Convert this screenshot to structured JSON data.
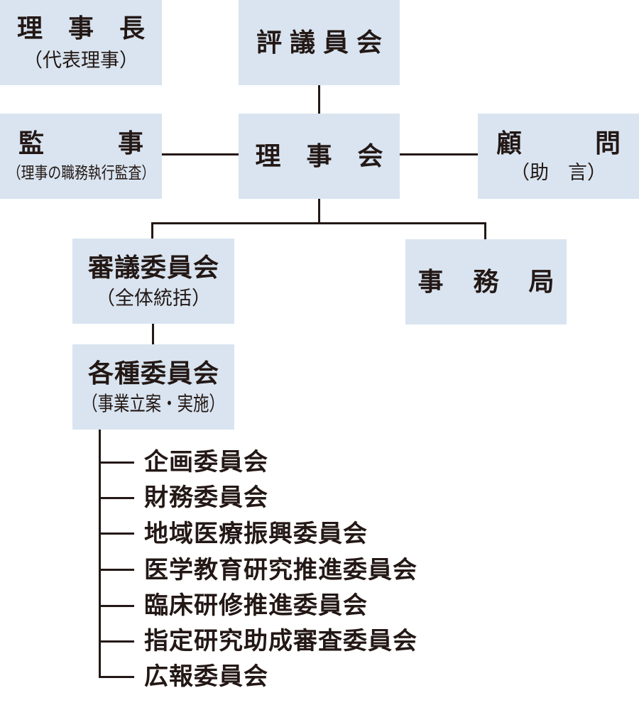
{
  "colors": {
    "box_fill": "#d9e4f0",
    "ink": "#231815",
    "bg": "#ffffff"
  },
  "org_chart": {
    "boxes": {
      "chairman": {
        "title": "理事長",
        "subtitle": "（代表理事）"
      },
      "councilors": {
        "title": "評議員会"
      },
      "auditor": {
        "title_start": "監",
        "title_end": "事",
        "subtitle": "（理事の職務執行監査）"
      },
      "board": {
        "title": "理事会"
      },
      "advisor": {
        "title_start": "顧",
        "title_end": "問",
        "subtitle": "（助　言）"
      },
      "council": {
        "title": "審議委員会",
        "subtitle": "（全体統括）"
      },
      "secretariat": {
        "title": "事務局"
      },
      "committees": {
        "title": "各種委員会",
        "subtitle": "（事業立案・実施）"
      }
    },
    "committee_list": {
      "items": [
        "企画委員会",
        "財務委員会",
        "地域医療振興委員会",
        "医学教育研究推進委員会",
        "臨床研修推進委員会",
        "指定研究助成審査委員会",
        "広報委員会"
      ]
    }
  }
}
